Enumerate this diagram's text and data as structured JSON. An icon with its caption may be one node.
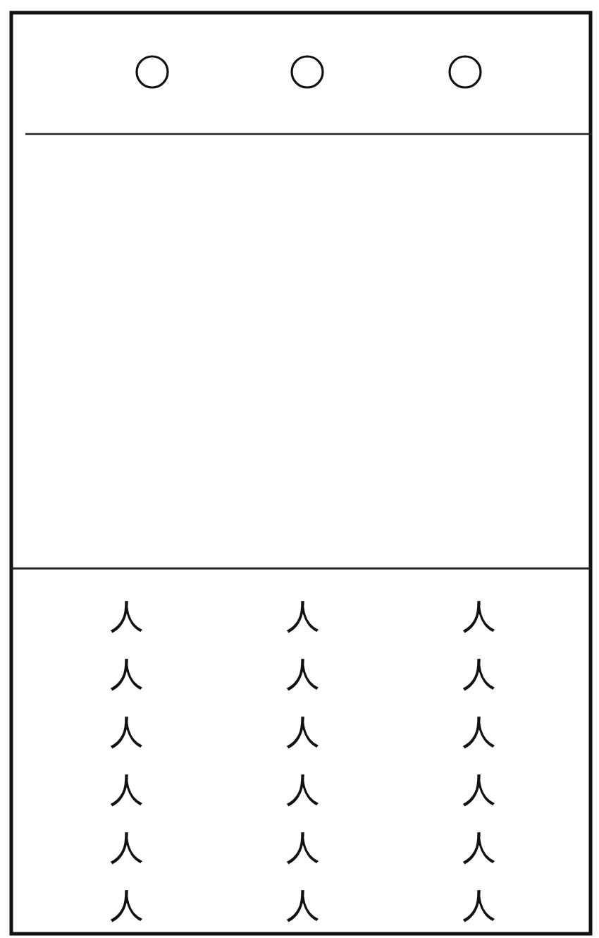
{
  "diagram": {
    "labels": [
      "人",
      "人",
      "人",
      "人",
      "人",
      "人",
      "人",
      "人",
      "人",
      "人",
      "人",
      "人",
      "人",
      "人",
      "人",
      "人",
      "人",
      "人"
    ]
  }
}
